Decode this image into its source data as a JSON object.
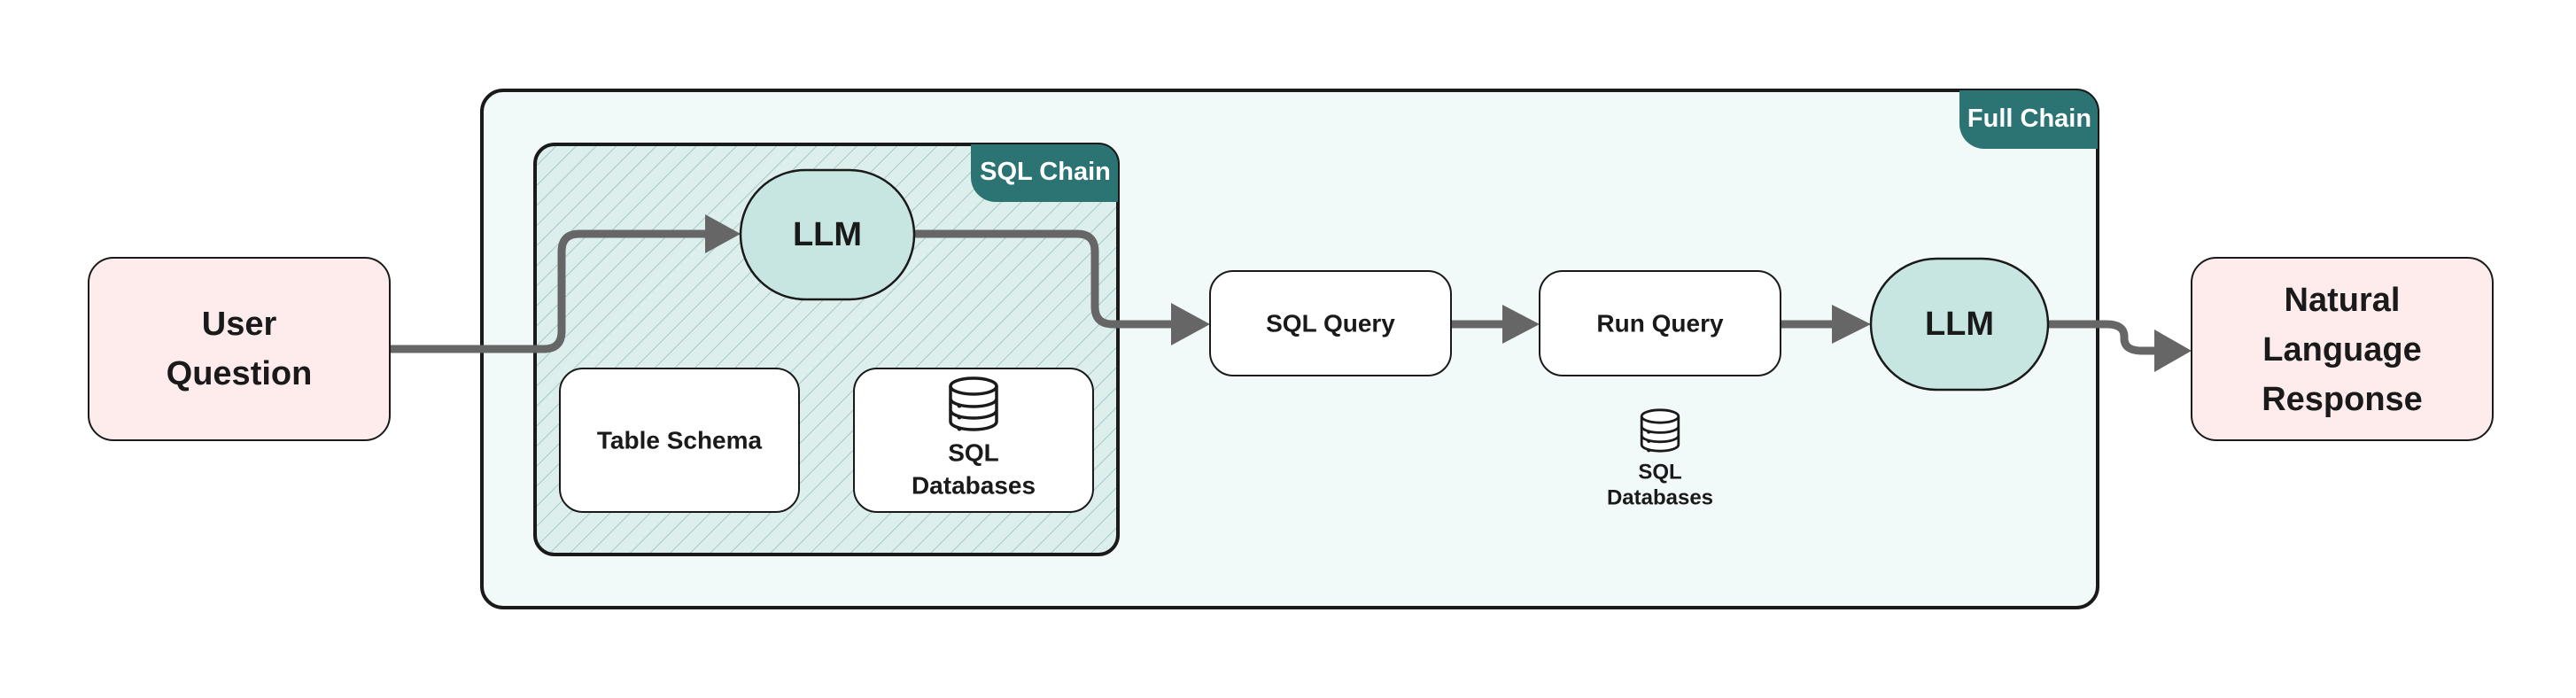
{
  "nodes": {
    "user_question": {
      "lines": [
        "User",
        "Question"
      ]
    },
    "natural_language_response": {
      "lines": [
        "Natural",
        "Language",
        "Response"
      ]
    },
    "sql_chain_llm": {
      "label": "LLM"
    },
    "table_schema": {
      "label": "Table Schema"
    },
    "sql_chain_databases": {
      "lines": [
        "SQL",
        "Databases"
      ]
    },
    "sql_query": {
      "label": "SQL Query"
    },
    "run_query": {
      "label": "Run Query"
    },
    "run_query_databases": {
      "lines": [
        "SQL",
        "Databases"
      ]
    },
    "final_llm": {
      "label": "LLM"
    }
  },
  "groups": {
    "full_chain": {
      "label": "Full Chain"
    },
    "sql_chain": {
      "label": "SQL Chain"
    }
  },
  "icons": {
    "database": "database-icon"
  },
  "colors": {
    "input_output_fill": "#fdeceb",
    "llm_fill": "#c7e6e2",
    "full_chain_fill": "#f1faf8",
    "sql_chain_fill": "#dcefec",
    "hatch": "#a8c9c5",
    "tag_fill": "#2c7373",
    "arrow": "#666666",
    "border": "#1a1a1a"
  }
}
